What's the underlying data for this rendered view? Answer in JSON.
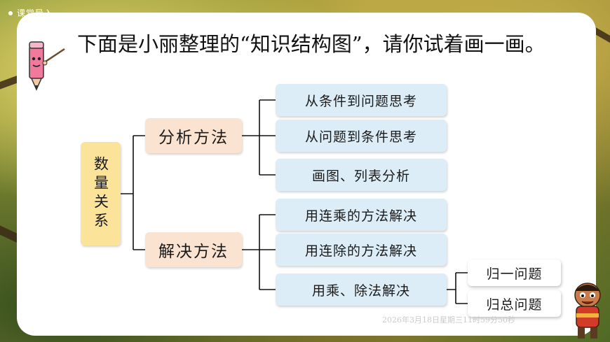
{
  "header": {
    "section_tag": "课堂导入"
  },
  "prompt": {
    "text": "下面是小丽整理的“知识结构图”，请你试着画一画。"
  },
  "diagram": {
    "root": "数量关系",
    "branches": [
      {
        "label": "分析方法",
        "children": [
          "从条件到问题思考",
          "从问题到条件思考",
          "画图、列表分析"
        ]
      },
      {
        "label": "解决方法",
        "children": [
          "用连乘的方法解决",
          "用连除的方法解决",
          "用乘、除法解决"
        ]
      }
    ],
    "sub_children": [
      "归一问题",
      "归总问题"
    ]
  },
  "footer": {
    "watermark": "2026年3月18日星期三11时59分50秒"
  },
  "colors": {
    "root_fill": "#fbe49a",
    "branch_fill": "#fbe3d2",
    "leaf_fill": "#dcedf7",
    "line": "#111111"
  }
}
